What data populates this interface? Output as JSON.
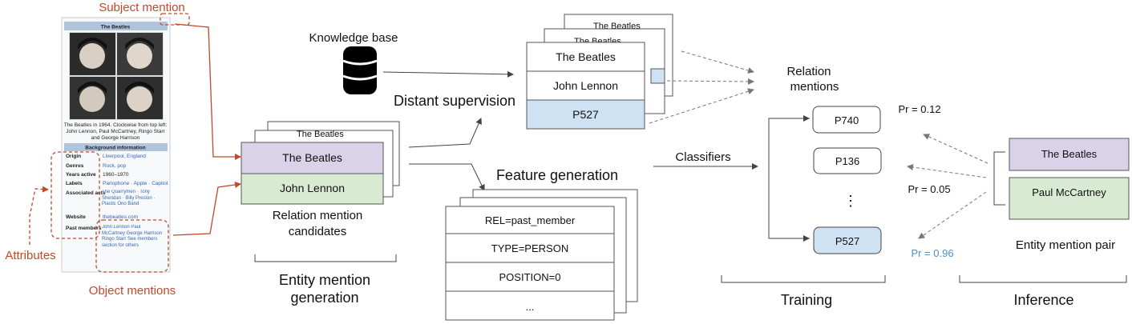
{
  "annotations": {
    "subject_mention": "Subject mention",
    "attributes": "Attributes",
    "object_mentions": "Object mentions"
  },
  "infobox": {
    "title": "The Beatles",
    "caption_lines": [
      "The Beatles in 1964. Clockwise from top left:",
      "John Lennon, Paul McCartney, Ringo Starr",
      "and George Harrison"
    ],
    "section_header": "Background information",
    "rows": [
      {
        "label": "Origin",
        "value": "Liverpool, England"
      },
      {
        "label": "Genres",
        "value": "Rock, pop"
      },
      {
        "label": "Years active",
        "value": "1960–1970"
      },
      {
        "label": "Labels",
        "value": "Parlophone · Apple · Capitol"
      },
      {
        "label": "Associated acts",
        "value": "The Quarrymen · Tony Sheridan · Billy Preston · Plastic Ono Band"
      },
      {
        "label": "Website",
        "value": "thebeatles.com"
      },
      {
        "label": "Past members",
        "value": "John Lennon Paul McCartney George Harrison Ringo Starr See members section for others"
      }
    ]
  },
  "candidates": {
    "back_card_text": "The Beatles",
    "top": "The Beatles",
    "bottom": "John Lennon",
    "caption_line1": "Relation mention",
    "caption_line2": "candidates"
  },
  "entity_generation": {
    "line1": "Entity mention",
    "line2": "generation"
  },
  "knowledge_base": {
    "label": "Knowledge base",
    "icon": "database-icon"
  },
  "distant_supervision": "Distant supervision",
  "kb_stack": {
    "back_texts": [
      "The Beatles",
      "The Beatles"
    ],
    "rows": [
      "The Beatles",
      "John Lennon",
      "P527"
    ]
  },
  "feature_generation": {
    "label": "Feature generation",
    "rows": [
      "REL=past_member",
      "TYPE=PERSON",
      "POSITION=0",
      "..."
    ]
  },
  "classifiers": "Classifiers",
  "relation_mentions": {
    "line1": "Relation",
    "line2": "mentions",
    "items": [
      "P740",
      "P136",
      "P527"
    ],
    "ellipsis": "⋮"
  },
  "training": "Training",
  "inference": {
    "label": "Inference",
    "probabilities": [
      "Pr = 0.12",
      "Pr = 0.05",
      "Pr = 0.96"
    ],
    "pair": [
      "The Beatles",
      "Paul McCartney"
    ],
    "pair_label": "Entity mention pair"
  },
  "colors": {
    "accent_red": "#c0492b",
    "purple_fill": "#d9d2e9",
    "green_fill": "#d9ead3",
    "blue_fill": "#cfe2f3",
    "highlight_blue": "#4a90c8"
  }
}
